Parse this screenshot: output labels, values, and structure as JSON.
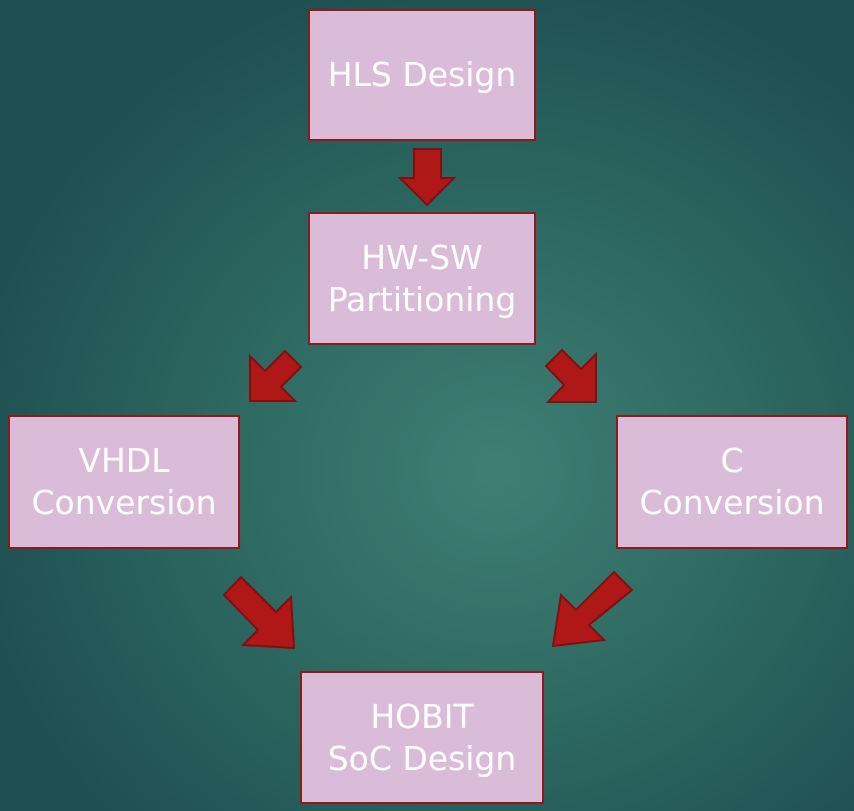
{
  "diagram": {
    "nodes": [
      {
        "id": "hls",
        "lines": [
          "HLS Design"
        ]
      },
      {
        "id": "hwsw",
        "lines": [
          "HW-SW",
          "Partitioning"
        ]
      },
      {
        "id": "vhdl",
        "lines": [
          "VHDL",
          "Conversion"
        ]
      },
      {
        "id": "c",
        "lines": [
          "C",
          "Conversion"
        ]
      },
      {
        "id": "hobit",
        "lines": [
          "HOBIT",
          "SoC Design"
        ]
      }
    ],
    "edges": [
      {
        "from": "hls",
        "to": "hwsw"
      },
      {
        "from": "hwsw",
        "to": "vhdl"
      },
      {
        "from": "hwsw",
        "to": "c"
      },
      {
        "from": "vhdl",
        "to": "hobit"
      },
      {
        "from": "c",
        "to": "hobit"
      }
    ],
    "colors": {
      "box_fill": "#dbbcd8",
      "box_border": "#8d1b1b",
      "arrow_fill": "#b01717",
      "text": "#ffffff",
      "background": "#2f6b63"
    }
  }
}
